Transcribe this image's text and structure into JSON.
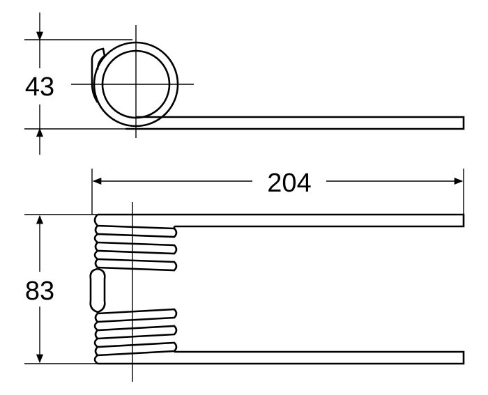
{
  "dimensions": {
    "coil_height": "43",
    "total_length": "204",
    "total_width": "83"
  },
  "colors": {
    "ink": "#000000",
    "background": "#ffffff"
  }
}
